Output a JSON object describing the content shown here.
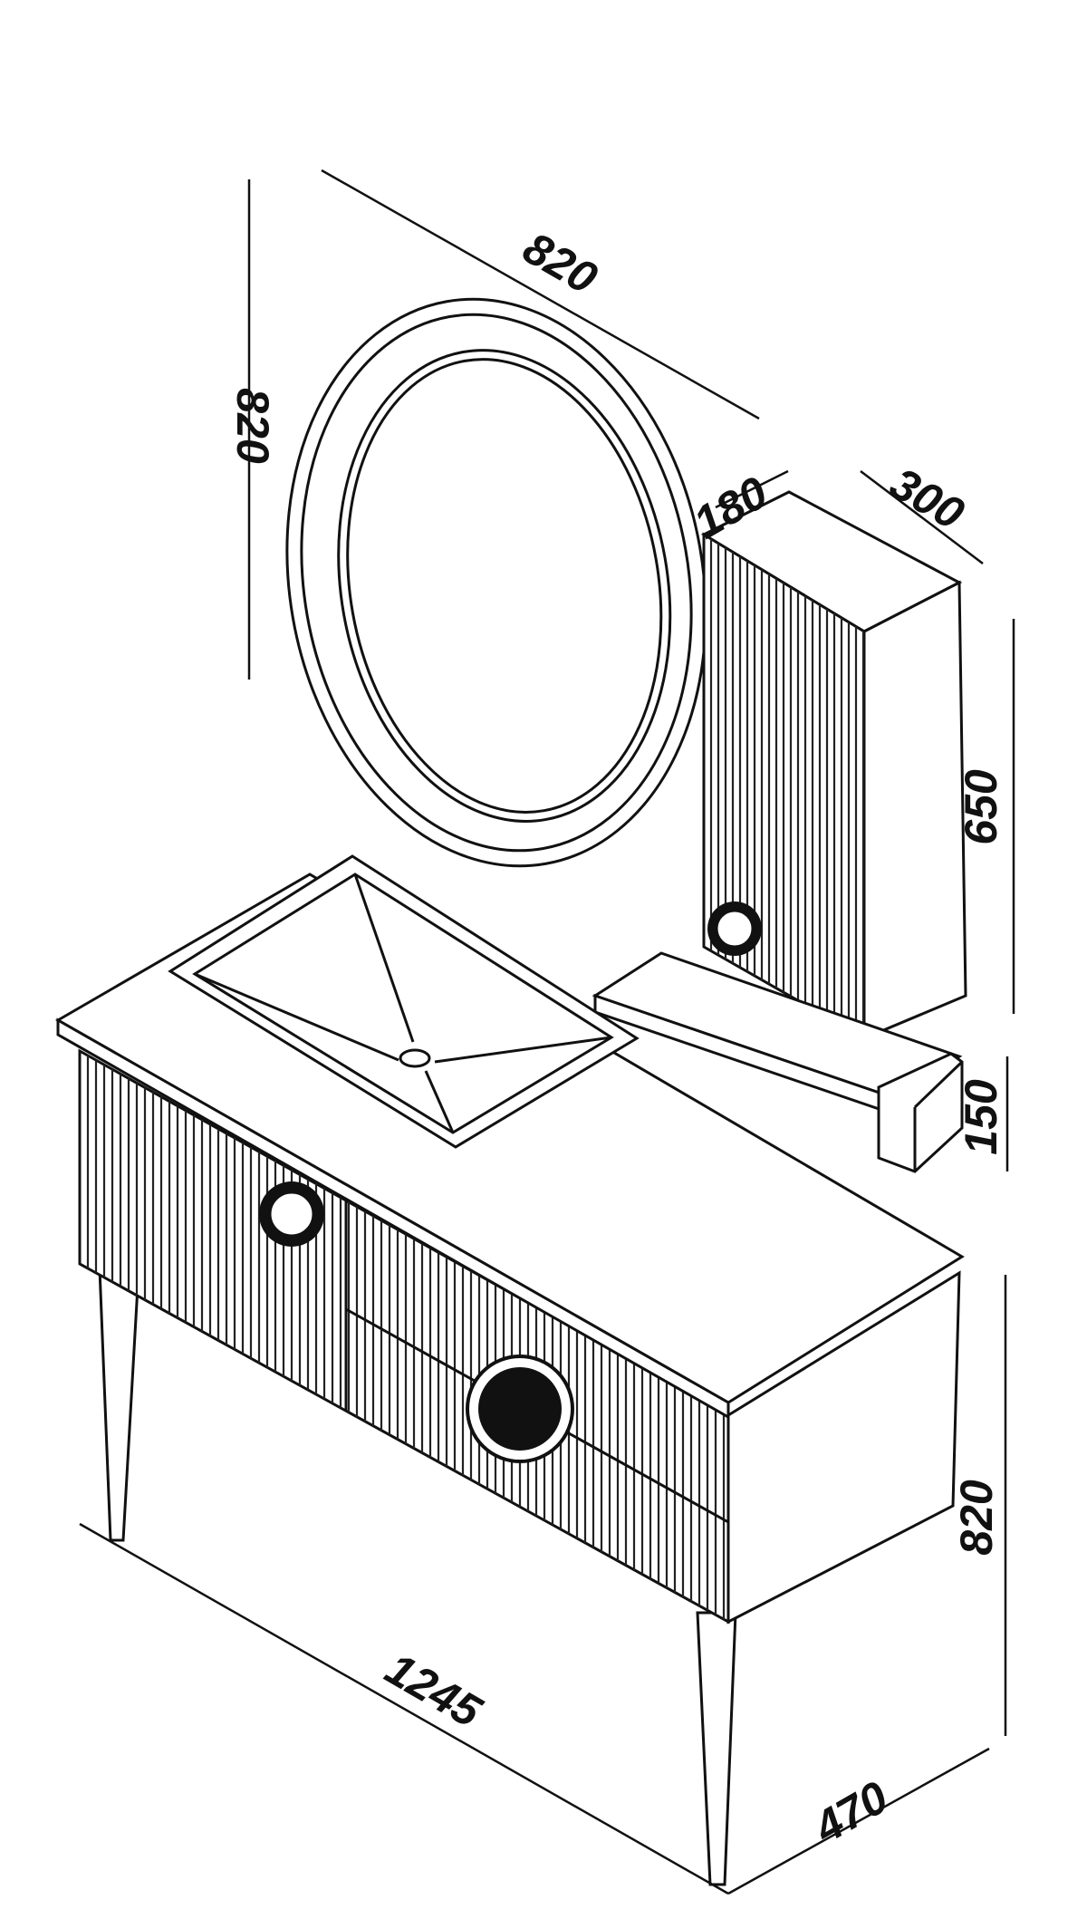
{
  "title": "Bathroom vanity set dimension drawing",
  "units": "mm",
  "dimensions": {
    "mirror_height": "820",
    "mirror_width": "820",
    "cabinet_depth": "180",
    "cabinet_width": "300",
    "cabinet_height": "650",
    "shelf_height": "150",
    "vanity_height": "820",
    "vanity_width": "1245",
    "vanity_depth": "470"
  },
  "colors": {
    "line": "#111111",
    "background": "#ffffff"
  }
}
